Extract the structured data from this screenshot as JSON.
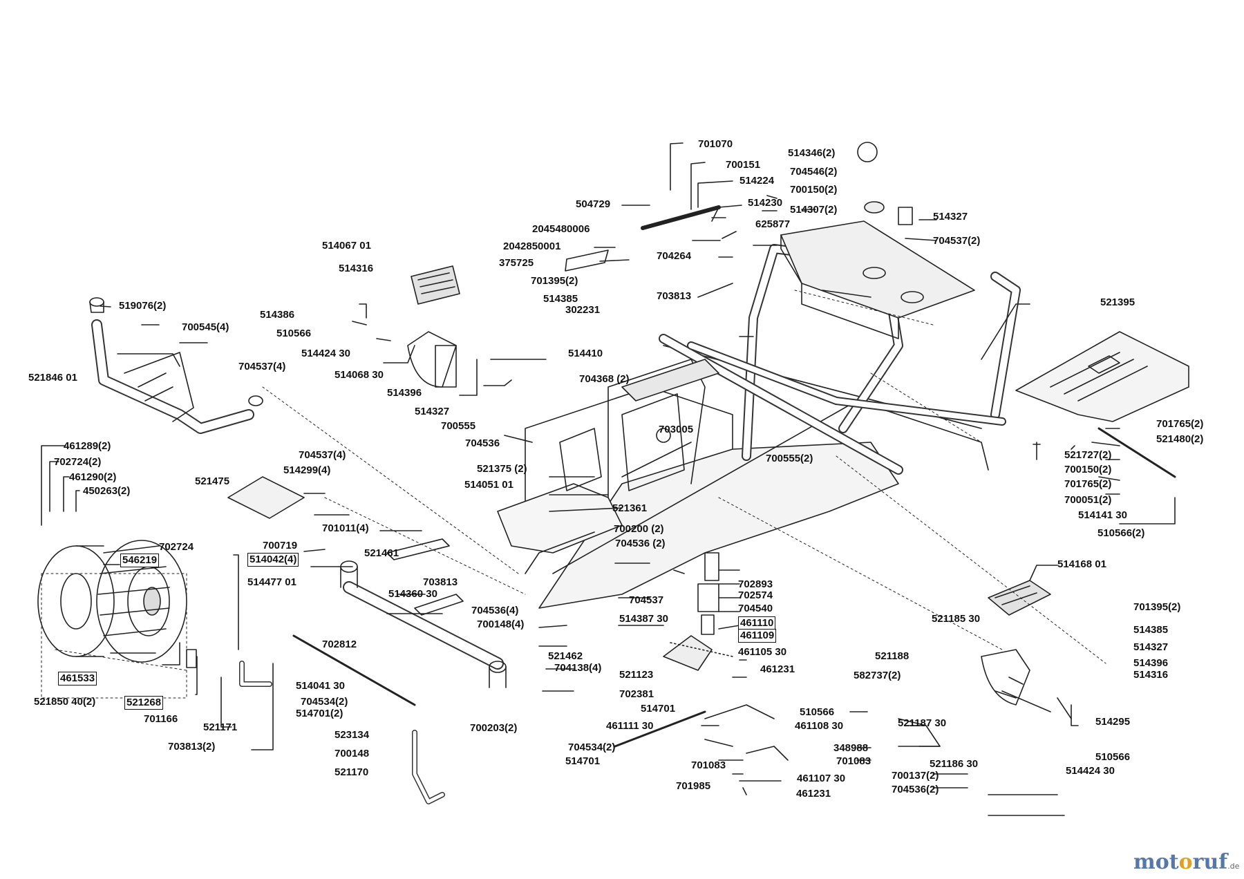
{
  "labels": {
    "l701070": "701070",
    "l700151": "700151",
    "l514224": "514224",
    "l504729": "504729",
    "l514230": "514230",
    "l625877": "625877",
    "l2045480006": "2045480006",
    "l2042850001": "2042850001",
    "l375725": "375725",
    "l704264": "704264",
    "l514346": "514346(2)",
    "l704546": "704546(2)",
    "l700150a": "700150(2)",
    "l514307": "514307(2)",
    "l514327a": "514327",
    "l704537a": "704537(2)",
    "l703813a": "703813",
    "l514067": "514067 01",
    "l514316a": "514316",
    "l514386": "514386",
    "l510566a": "510566",
    "l514424a": "514424 30",
    "l514068": "514068 30",
    "l514396a": "514396",
    "l514327b": "514327",
    "l701395a": "701395(2)",
    "l514385a": "514385",
    "l302231": "302231",
    "l514410": "514410",
    "l700555": "700555",
    "l704536a": "704536",
    "l704368": "704368 (2)",
    "l519076": "519076(2)",
    "l700545": "700545(4)",
    "l704537b": "704537(4)",
    "l521846": "521846 01",
    "l521395": "521395",
    "l701765a": "701765(2)",
    "l521480": "521480(2)",
    "l521727": "521727(2)",
    "l700150b": "700150(2)",
    "l701765b": "701765(2)",
    "l700051": "700051(2)",
    "l514141": "514141 30",
    "l510566b": "510566(2)",
    "l703005": "703005",
    "l700555b": "700555(2)",
    "l521375": "521375 (2)",
    "l514051": "514051 01",
    "l521361": "521361",
    "l700200": "700200 (2)",
    "l704536b": "704536 (2)",
    "l461289": "461289(2)",
    "l702724a": "702724(2)",
    "l461290": "461290(2)",
    "l450263": "450263(2)",
    "l704537c": "704537(4)",
    "l514299": "514299(4)",
    "l521475": "521475",
    "l701011": "701011(4)",
    "l700719": "700719",
    "l514042": "514042(4)",
    "l521461": "521461",
    "l514477": "514477 01",
    "l702724b": "702724",
    "l546219": "546219",
    "l703813b": "703813",
    "l514360": "514360 30",
    "l704536c": "704536(4)",
    "l700148a": "700148(4)",
    "l704537d": "704537",
    "l514387": "514387 30",
    "l702893": "702893",
    "l702574": "702574",
    "l704540": "704540",
    "l461110": "461110",
    "l461109": "461109",
    "l461105": "461105 30",
    "l461231a": "461231",
    "l514168": "514168 01",
    "l701395b": "701395(2)",
    "l514385b": "514385",
    "l514327c": "514327",
    "l514396b": "514396",
    "l514316b": "514316",
    "l521185": "521185 30",
    "l521188": "521188",
    "l582737": "582737(2)",
    "l702812": "702812",
    "l521462": "521462",
    "l704138": "704138(4)",
    "l521123": "521123",
    "l702381": "702381",
    "l514701a": "514701",
    "l461533": "461533",
    "l521850": "521850 40(2)",
    "l521268": "521268",
    "l701166": "701166",
    "l521171": "521171",
    "l703813c": "703813(2)",
    "l514041": "514041 30",
    "l704534a": "704534(2)",
    "l514701b": "514701(2)",
    "l523134": "523134",
    "l700148b": "700148",
    "l521170": "521170",
    "l700203": "700203(2)",
    "l461111": "461111 30",
    "l704534b": "704534(2)",
    "l514701c": "514701",
    "l510566c": "510566",
    "l461108": "461108 30",
    "l348988": "348988",
    "l701083a": "701083",
    "l701083b": "701083",
    "l461107": "461107 30",
    "l701985": "701985",
    "l461231b": "461231",
    "l521187": "521187 30",
    "l521186": "521186 30",
    "l700137": "700137(2)",
    "l704536d": "704536(2)",
    "l514295": "514295",
    "l510566d": "510566",
    "l514424b": "514424 30"
  },
  "watermark": {
    "brand": [
      "m",
      "o",
      "t",
      "o",
      "r",
      "u",
      "f"
    ],
    "tld": ".de"
  }
}
